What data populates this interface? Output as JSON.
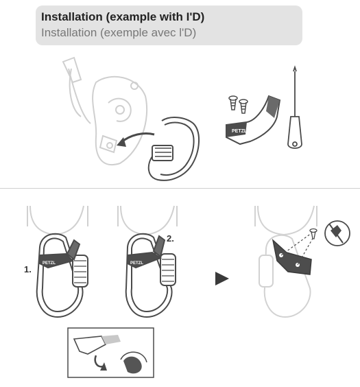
{
  "header": {
    "title_en": "Installation (example with I'D)",
    "title_fr": "Installation (exemple avec l'D)"
  },
  "steps": {
    "step1_label": "1.",
    "step2_label": "2."
  },
  "brand": {
    "logo_text": "PETZL"
  },
  "colors": {
    "header_bg": "#e3e3e3",
    "line": "#4a4a4a",
    "faded_line": "#c8c8c8",
    "dark_fill": "#4d4d4d"
  }
}
